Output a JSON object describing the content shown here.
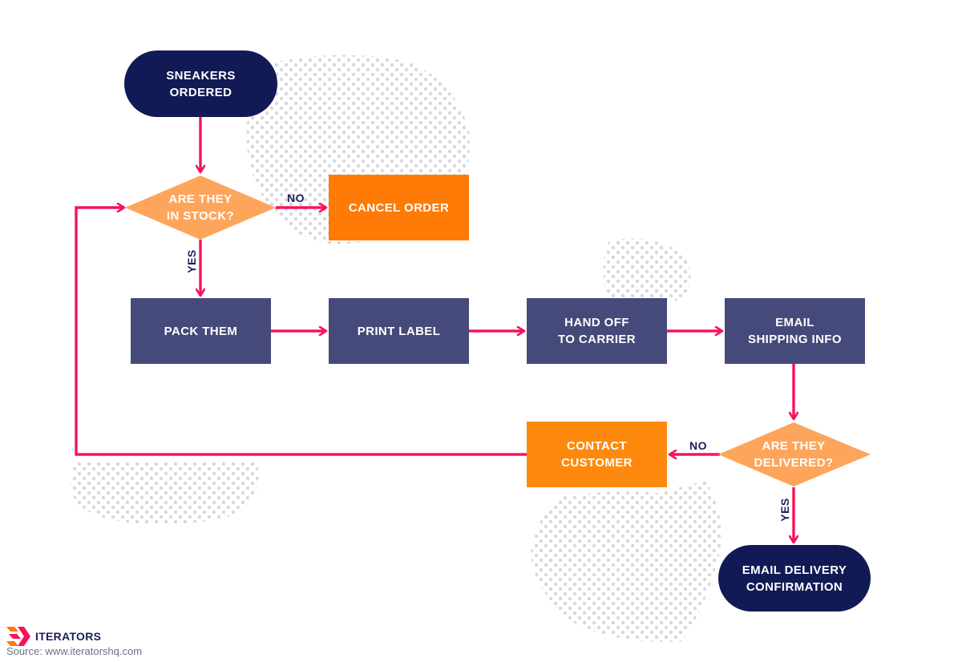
{
  "colors": {
    "arrow": "#f7135b",
    "terminal": "#111a55",
    "process": "#464a7a",
    "cancel": "#fd7b06",
    "decision": "#fea55c",
    "dots": "#d6d7df",
    "edge_label": "#1a1f5c"
  },
  "nodes": {
    "start": "SNEAKERS\nORDERED",
    "decision_stock": "ARE THEY\nIN STOCK?",
    "cancel_order": "CANCEL ORDER",
    "pack": "PACK THEM",
    "print_label": "PRINT LABEL",
    "hand_off": "HAND OFF\nTO CARRIER",
    "email_shipping": "EMAIL\nSHIPPING INFO",
    "decision_delivered": "ARE THEY\nDELIVERED?",
    "contact_customer": "CONTACT\nCUSTOMER",
    "end": "EMAIL DELIVERY\nCONFIRMATION"
  },
  "edge_labels": {
    "stock_no": "NO",
    "stock_yes": "YES",
    "delivered_no": "NO",
    "delivered_yes": "YES"
  },
  "brand": {
    "logo_icon": "iterators-logo-icon",
    "name": "ITERATORS",
    "source": "Source: www.iteratorshq.com"
  }
}
